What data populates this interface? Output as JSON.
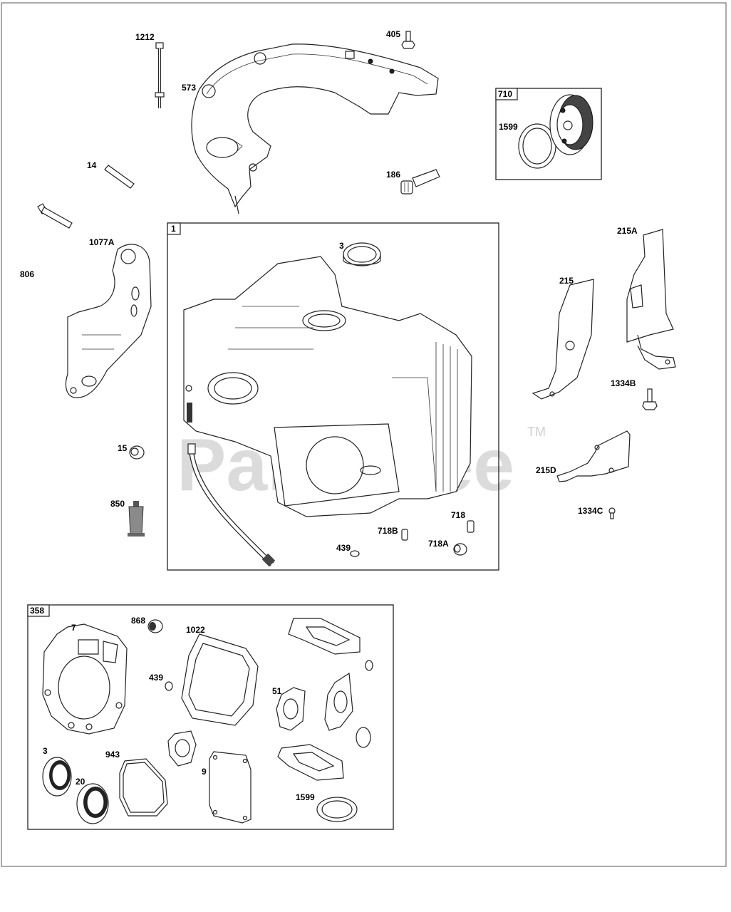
{
  "watermark": {
    "text": "PartsTree",
    "trademark": "TM"
  },
  "group_boxes": [
    {
      "id": "box-1",
      "label": "1"
    },
    {
      "id": "box-710",
      "label": "710"
    },
    {
      "id": "box-358",
      "label": "358"
    }
  ],
  "callouts": [
    {
      "id": "1212",
      "label": "1212"
    },
    {
      "id": "405",
      "label": "405"
    },
    {
      "id": "573",
      "label": "573"
    },
    {
      "id": "1599a",
      "label": "1599"
    },
    {
      "id": "14",
      "label": "14"
    },
    {
      "id": "186",
      "label": "186"
    },
    {
      "id": "1077A",
      "label": "1077A"
    },
    {
      "id": "3a",
      "label": "3"
    },
    {
      "id": "215A",
      "label": "215A"
    },
    {
      "id": "806",
      "label": "806"
    },
    {
      "id": "215",
      "label": "215"
    },
    {
      "id": "1334B",
      "label": "1334B"
    },
    {
      "id": "15",
      "label": "15"
    },
    {
      "id": "215D",
      "label": "215D"
    },
    {
      "id": "850",
      "label": "850"
    },
    {
      "id": "718",
      "label": "718"
    },
    {
      "id": "1334C",
      "label": "1334C"
    },
    {
      "id": "718B",
      "label": "718B"
    },
    {
      "id": "439a",
      "label": "439"
    },
    {
      "id": "718A",
      "label": "718A"
    },
    {
      "id": "7",
      "label": "7"
    },
    {
      "id": "868",
      "label": "868"
    },
    {
      "id": "1022",
      "label": "1022"
    },
    {
      "id": "439b",
      "label": "439"
    },
    {
      "id": "51",
      "label": "51"
    },
    {
      "id": "3b",
      "label": "3"
    },
    {
      "id": "943",
      "label": "943"
    },
    {
      "id": "9",
      "label": "9"
    },
    {
      "id": "20",
      "label": "20"
    },
    {
      "id": "1599b",
      "label": "1599"
    }
  ]
}
